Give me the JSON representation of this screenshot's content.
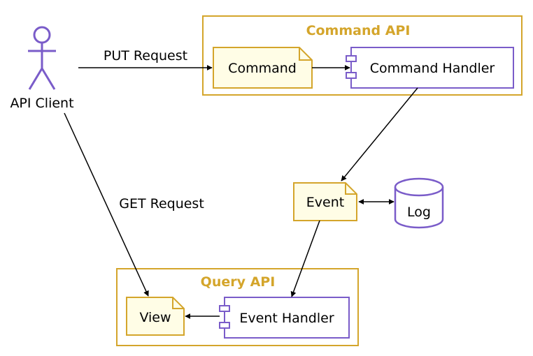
{
  "colors": {
    "gold": "#D4A52B",
    "gold_fill": "#FFFDE6",
    "purple": "#7A5CC9",
    "purple_fill": "#FFFFFF",
    "arrow": "#000000"
  },
  "actor": {
    "label": "API Client",
    "icon": "stick-figure-icon"
  },
  "groups": {
    "command": {
      "title": "Command API"
    },
    "query": {
      "title": "Query API"
    }
  },
  "nodes": {
    "command": {
      "label": "Command",
      "shape": "note"
    },
    "command_handler": {
      "label": "Command Handler",
      "shape": "component"
    },
    "event": {
      "label": "Event",
      "shape": "note"
    },
    "log": {
      "label": "Log",
      "shape": "database-cylinder"
    },
    "view": {
      "label": "View",
      "shape": "note"
    },
    "event_handler": {
      "label": "Event Handler",
      "shape": "component"
    }
  },
  "edges": {
    "put": {
      "label": "PUT Request"
    },
    "get": {
      "label": "GET Request"
    }
  }
}
